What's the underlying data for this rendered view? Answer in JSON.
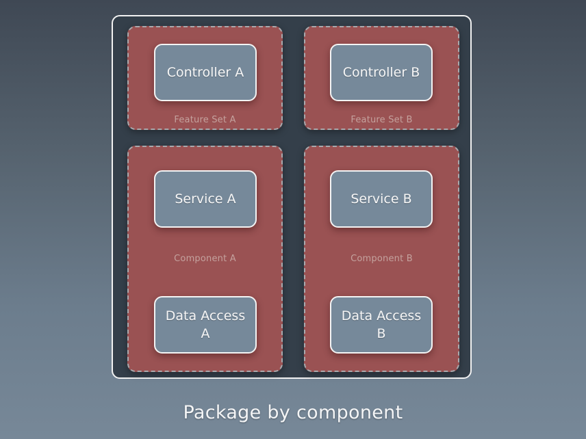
{
  "diagram": {
    "caption": "Package by component",
    "colors": {
      "group_fill": "#9a5253",
      "node_fill": "#76899a",
      "outer_fill": "#343f4a",
      "border": "#f4f4f4"
    },
    "groups": [
      {
        "label": "Feature Set A",
        "nodes": [
          "Controller A"
        ]
      },
      {
        "label": "Feature Set B",
        "nodes": [
          "Controller B"
        ]
      },
      {
        "label": "Component A",
        "nodes": [
          "Service A",
          "Data Access A"
        ]
      },
      {
        "label": "Component B",
        "nodes": [
          "Service B",
          "Data Access B"
        ]
      }
    ]
  }
}
